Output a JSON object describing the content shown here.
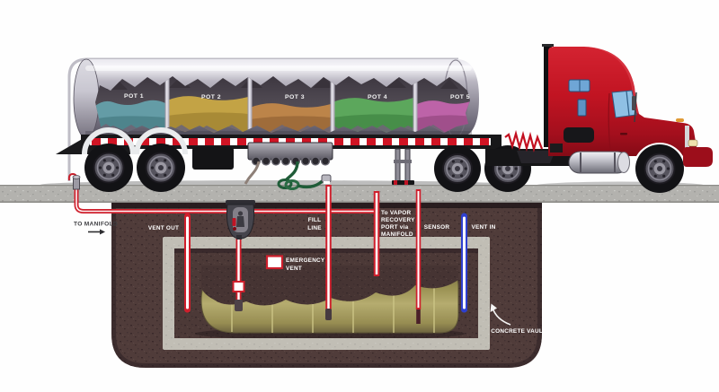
{
  "diagram": {
    "tanker": {
      "pots": [
        {
          "label": "POT 1",
          "color": "#649ca6"
        },
        {
          "label": "POT 2",
          "color": "#c3a345"
        },
        {
          "label": "POT 3",
          "color": "#bc8449"
        },
        {
          "label": "POT 4",
          "color": "#5ca75c"
        },
        {
          "label": "POT 5",
          "color": "#bd63a8"
        }
      ]
    },
    "surface": {
      "to_manifold": "TO MANIFOLD"
    },
    "underground": {
      "vent_out": "VENT OUT",
      "fill_line": [
        "FILL",
        "LINE"
      ],
      "emergency_vent": [
        "EMERGENCY",
        "VENT"
      ],
      "vapor_recovery": [
        "To VAPOR",
        "RECOVERY",
        "PORT via",
        "MANIFOLD"
      ],
      "sensor": "SENSOR",
      "vent_in": "VENT IN",
      "concrete_vault": "CONCRETE VAULT"
    },
    "colors": {
      "pipe_red": "#cf1f2c",
      "pipe_blue": "#2e40cf",
      "soil": "#503c3a",
      "vault_concrete": "#c1beb5",
      "tank_olive": "#b3aa6e",
      "cab_red": "#c11422"
    }
  }
}
